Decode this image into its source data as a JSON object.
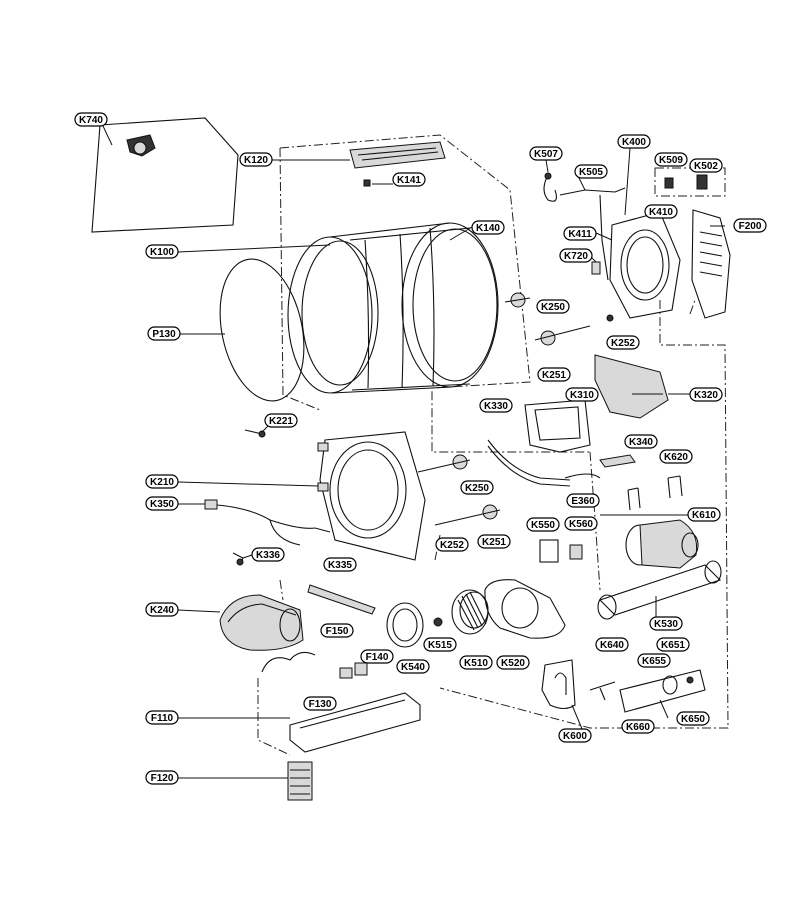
{
  "diagram": {
    "labels": {
      "K740": "K740",
      "K120": "K120",
      "K141": "K141",
      "K100": "K100",
      "K140": "K140",
      "P130": "P130",
      "K221": "K221",
      "K210": "K210",
      "K350": "K350",
      "K336": "K336",
      "K240": "K240",
      "F150": "F150",
      "F140": "F140",
      "F130": "F130",
      "F110": "F110",
      "F120": "F120",
      "K507": "K507",
      "K505": "K505",
      "K400": "K400",
      "K509": "K509",
      "K502": "K502",
      "K410": "K410",
      "F200": "F200",
      "K411": "K411",
      "K720": "K720",
      "K250a": "K250",
      "K252a": "K252",
      "K251a": "K251",
      "K310": "K310",
      "K320": "K320",
      "K330": "K330",
      "K340": "K340",
      "K620": "K620",
      "K250b": "K250",
      "E360": "E360",
      "K550": "K550",
      "K560": "K560",
      "K610": "K610",
      "K252b": "K252",
      "K251b": "K251",
      "K335": "K335",
      "K530": "K530",
      "K515": "K515",
      "K540": "K540",
      "K510": "K510",
      "K520": "K520",
      "K640": "K640",
      "K651": "K651",
      "K655": "K655",
      "K600": "K600",
      "K660": "K660",
      "K650": "K650"
    }
  }
}
